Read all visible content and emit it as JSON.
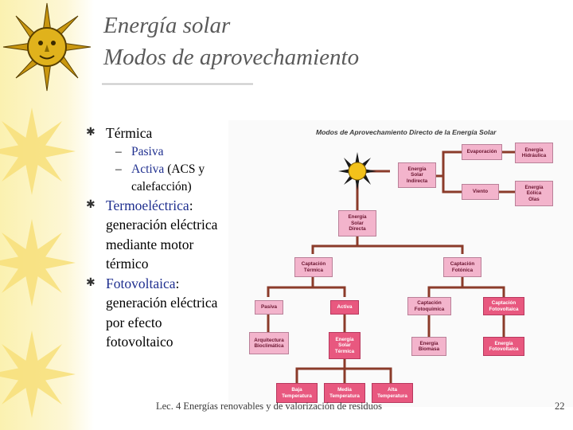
{
  "slide": {
    "title_line1": "Energía solar",
    "title_line2": "Modos de aprovechamiento",
    "footer": "Lec. 4 Energías renovables y de valorización de residuos",
    "page_number": "22"
  },
  "bullets": {
    "termica": "Térmica",
    "pasiva": "Pasiva",
    "activa": "Activa",
    "activa_rest": " (ACS y calefacción)",
    "termoelectrica": "Termoeléctrica",
    "termoelectrica_rest": ": generación eléctrica mediante motor térmico",
    "fotovoltaica": "Fotovoltaica",
    "fotovoltaica_rest": ": generación eléctrica por efecto fotovoltaico"
  },
  "diagram": {
    "title": "Modos de Aprovechamiento Directo de la Energía Solar",
    "nodes": {
      "indirecta": "Energía\nSolar\nIndirecta",
      "evaporacion": "Evaporación",
      "viento": "Viento",
      "hidraulica": "Energía\nHidráulica",
      "eolica": "Energía\nEólica\nOlas",
      "directa": "Energía\nSolar\nDirecta",
      "captacion_termica": "Captación\nTérmica",
      "captacion_fotonica": "Captación\nFotónica",
      "pasiva": "Pasiva",
      "activa": "Activa",
      "fotoquimica": "Captación\nFotoquímica",
      "fotovoltaica": "Captación\nFotovoltaica",
      "arquitectura": "Arquitectura\nBioclimática",
      "energia_solar_termica": "Energía\nSolar\nTérmica",
      "biomasa": "Energía\nBiomasa",
      "energia_fotovoltaica": "Energía\nFotovoltaica",
      "baja": "Baja\nTemperatura",
      "media": "Media\nTemperatura",
      "alta": "Alta\nTemperatura"
    }
  },
  "colors": {
    "line_brown": "#8b3b2a",
    "accent_pink": "#f3b4cc",
    "accent_red": "#e8587f",
    "sun_yellow": "#f3c21a"
  }
}
